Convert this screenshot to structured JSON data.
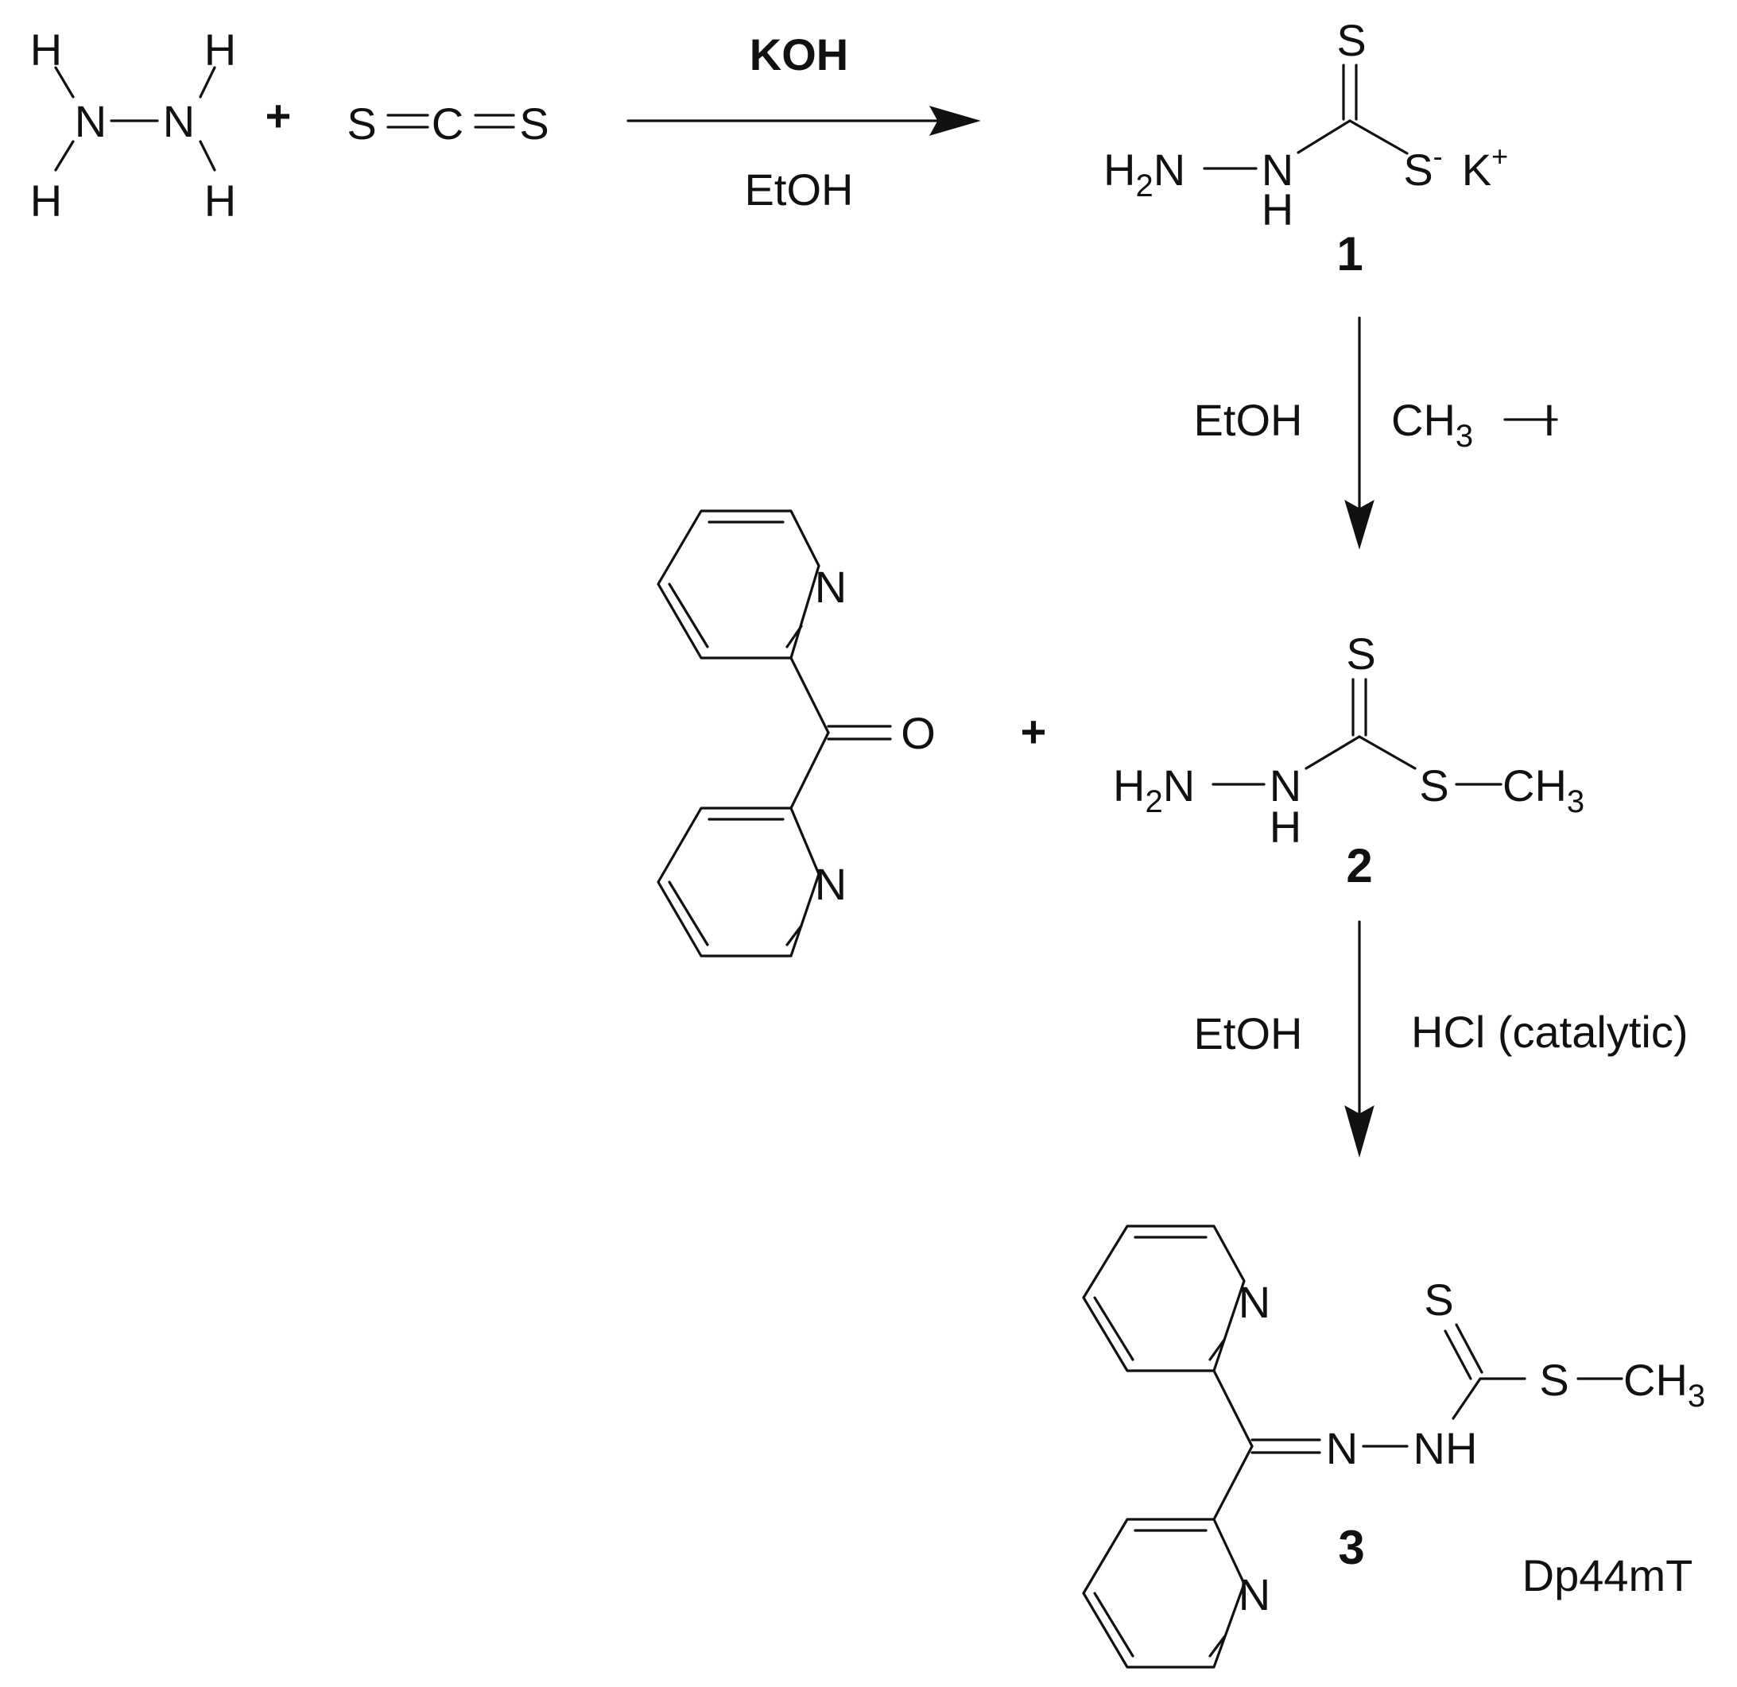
{
  "scheme": {
    "colors": {
      "ink": "#111111",
      "background": "#ffffff"
    },
    "reactant_hydrazine": {
      "h_tl": "H",
      "h_tr": "H",
      "h_bl": "H",
      "h_br": "H",
      "n1": "N",
      "n2": "N"
    },
    "plus_1": "+",
    "reactant_cs2": {
      "s1": "S",
      "c": "C",
      "s2": "S"
    },
    "step1": {
      "reagent": "KOH",
      "solvent": "EtOH"
    },
    "compound_1": {
      "h2n": "H",
      "h2n_sub": "2",
      "h2n_n": "N",
      "nh_n": "N",
      "nh_h": "H",
      "s_top": "S",
      "s_minus": "S",
      "minus": "-",
      "k": "K",
      "plus": "+",
      "label": "1"
    },
    "step2": {
      "solvent": "EtOH",
      "reagent_ch": "CH",
      "reagent_sub": "3",
      "reagent_i": "I"
    },
    "dipyridyl_ketone": {
      "n_top": "N",
      "o": "O",
      "n_bottom": "N"
    },
    "plus_2": "+",
    "compound_2": {
      "h2n": "H",
      "h2n_sub": "2",
      "h2n_n": "N",
      "nh_n": "N",
      "nh_h": "H",
      "s_top": "S",
      "s_me": "S",
      "ch3": "CH",
      "ch3_sub": "3",
      "label": "2"
    },
    "step3": {
      "solvent": "EtOH",
      "reagent": "HCl (catalytic)"
    },
    "compound_3": {
      "n_top_ring": "N",
      "n_bottom_ring": "N",
      "imine_n": "N",
      "nh": "NH",
      "s_top": "S",
      "s_me": "S",
      "ch3": "CH",
      "ch3_sub": "3",
      "label": "3",
      "name": "Dp44mT"
    }
  }
}
